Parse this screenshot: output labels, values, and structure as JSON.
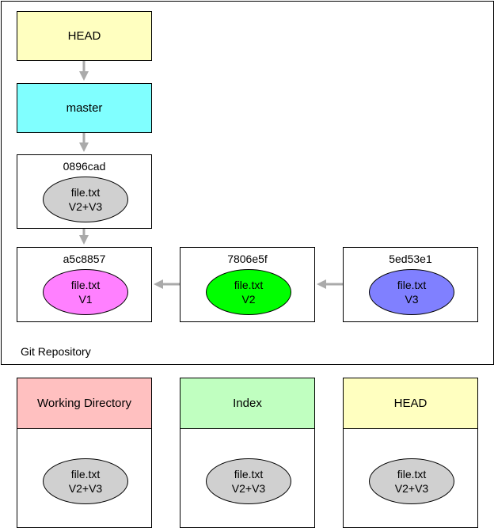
{
  "repository": {
    "label": "Git Repository",
    "head": {
      "label": "HEAD",
      "color": "#ffffc0"
    },
    "branch": {
      "label": "master",
      "color": "#80ffff"
    },
    "commits": [
      {
        "id": "0896cad",
        "blob": {
          "name": "file.txt",
          "version": "V2+V3",
          "color": "#d0d0d0"
        }
      },
      {
        "id": "a5c8857",
        "blob": {
          "name": "file.txt",
          "version": "V1",
          "color": "#ff80ff"
        }
      },
      {
        "id": "7806e5f",
        "blob": {
          "name": "file.txt",
          "version": "V2",
          "color": "#00ff00"
        }
      },
      {
        "id": "5ed53e1",
        "blob": {
          "name": "file.txt",
          "version": "V3",
          "color": "#8080ff"
        }
      }
    ]
  },
  "areas": [
    {
      "label": "Working Directory",
      "color": "#ffc0c0",
      "blob": {
        "name": "file.txt",
        "version": "V2+V3",
        "color": "#d0d0d0"
      }
    },
    {
      "label": "Index",
      "color": "#c0ffc0",
      "blob": {
        "name": "file.txt",
        "version": "V2+V3",
        "color": "#d0d0d0"
      }
    },
    {
      "label": "HEAD",
      "color": "#ffffc0",
      "blob": {
        "name": "file.txt",
        "version": "V2+V3",
        "color": "#d0d0d0"
      }
    }
  ],
  "arrow_color": "#aaaaaa"
}
